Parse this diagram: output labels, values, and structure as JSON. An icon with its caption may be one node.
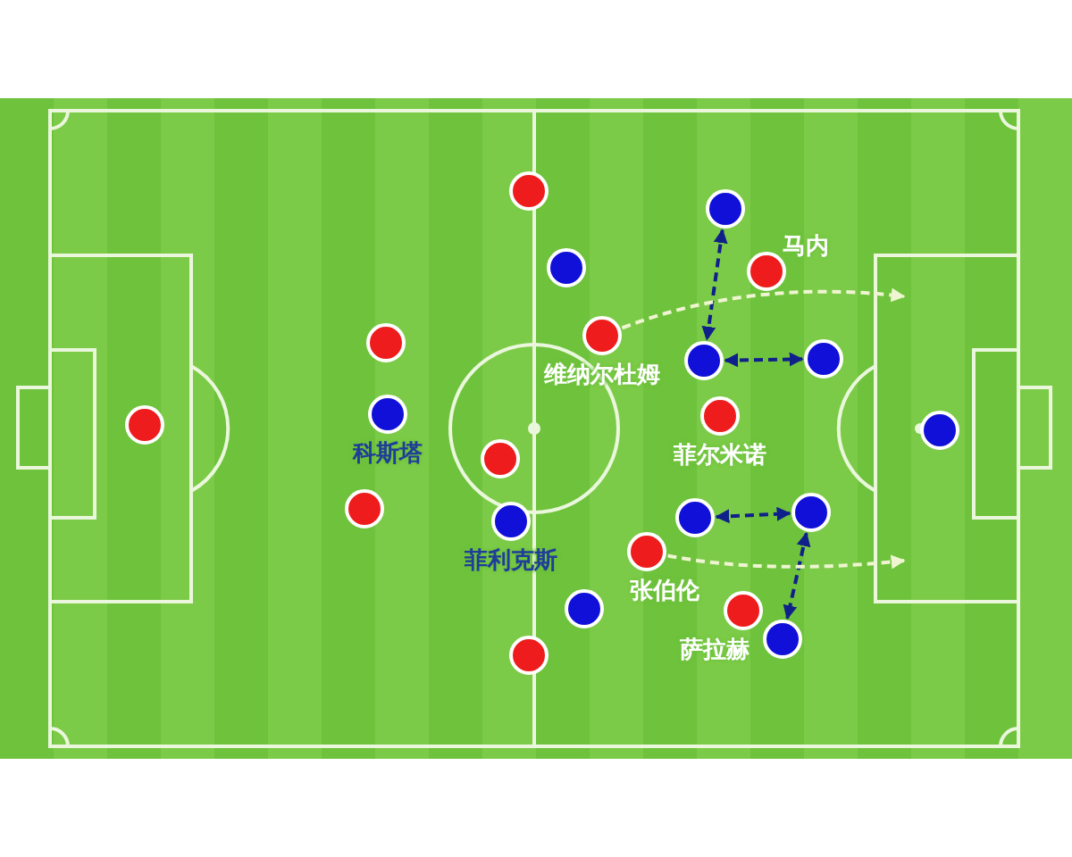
{
  "diagram": {
    "nodes": [
      {
        "text": [],
        "shape": "circle"
      },
      {
        "text": [],
        "shape": "circle"
      },
      {
        "text": [],
        "shape": "circle"
      },
      {
        "text": [],
        "shape": "circle",
        "beside": [
          "马内"
        ]
      },
      {
        "text": [],
        "shape": "circle",
        "beside": [
          "维纳尔杜姆"
        ]
      },
      {
        "text": [],
        "shape": "circle"
      },
      {
        "text": [],
        "shape": "circle"
      },
      {
        "text": [],
        "shape": "circle"
      },
      {
        "text": [],
        "shape": "circle",
        "beside": [
          "科斯塔"
        ]
      },
      {
        "text": [],
        "shape": "circle",
        "beside": [
          "菲尔米诺"
        ]
      },
      {
        "text": [],
        "shape": "circle"
      },
      {
        "text": [],
        "shape": "circle"
      },
      {
        "text": [],
        "shape": "circle"
      },
      {
        "text": [],
        "shape": "circle"
      },
      {
        "text": [],
        "shape": "circle"
      },
      {
        "text": [],
        "shape": "circle"
      },
      {
        "text": [],
        "shape": "circle",
        "beside": [
          "菲利克斯"
        ]
      },
      {
        "text": [],
        "shape": "circle",
        "beside": [
          "张伯伦"
        ]
      },
      {
        "text": [],
        "shape": "circle"
      },
      {
        "text": [],
        "shape": "circle",
        "beside": [
          "萨拉赫"
        ]
      },
      {
        "text": [],
        "shape": "circle"
      },
      {
        "text": [],
        "shape": "circle"
      }
    ],
    "edges": [
      {
        "from": 1,
        "to": 7,
        "arrow": "both",
        "style": "dashed"
      },
      {
        "from": 7,
        "to": 6,
        "arrow": "both",
        "style": "dashed"
      },
      {
        "from": 15,
        "to": 14,
        "arrow": "both",
        "style": "dashed"
      },
      {
        "from": 14,
        "to": 20,
        "arrow": "both",
        "style": "dashed"
      },
      {
        "from": 4,
        "to": null,
        "arrow": "to",
        "style": "dashed",
        "color": "#eef5d0"
      },
      {
        "from": 17,
        "to": null,
        "arrow": "to",
        "style": "dashed",
        "color": "#eef5d0"
      }
    ]
  }
}
